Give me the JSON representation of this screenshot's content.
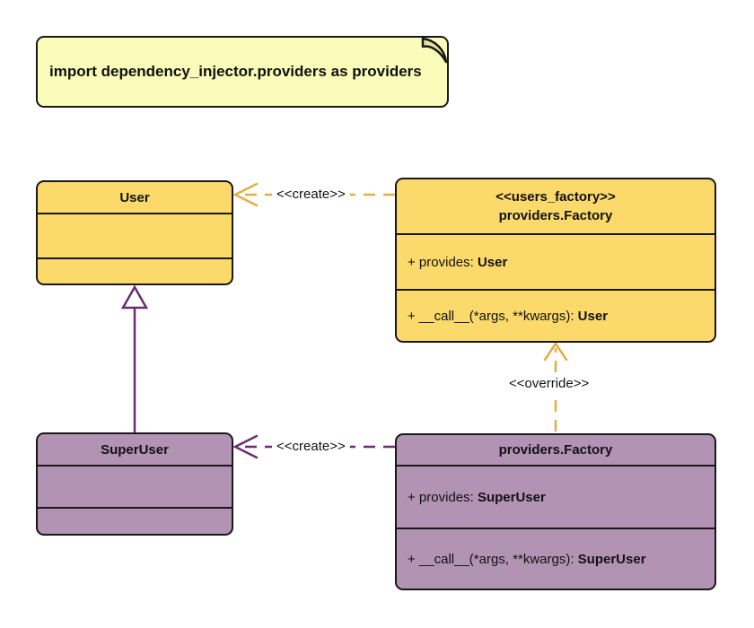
{
  "diagram": {
    "kind": "uml-class-diagram"
  },
  "note": {
    "text": "import dependency_injector.providers as providers"
  },
  "classes": {
    "user": {
      "title": "User"
    },
    "users_factory": {
      "stereotype": "<<users_factory>>",
      "title": "providers.Factory",
      "provides_label": "+ provides: ",
      "provides_type": "User",
      "call_label": "+ __call__(*args, **kwargs): ",
      "call_type": "User"
    },
    "super_user": {
      "title": "SuperUser"
    },
    "super_users_factory": {
      "title": "providers.Factory",
      "provides_label": "+ provides: ",
      "provides_type": "SuperUser",
      "call_label": "+ __call__(*args, **kwargs): ",
      "call_type": "SuperUser"
    }
  },
  "edges": {
    "create_user": {
      "label": "<<create>>",
      "style": "dashed",
      "color": "#E2AF43"
    },
    "create_super_user": {
      "label": "<<create>>",
      "style": "dashed",
      "color": "#6B2D71"
    },
    "override": {
      "label": "<<override>>",
      "style": "dashed",
      "color": "#E2AF43"
    },
    "inheritance": {
      "style": "solid",
      "color": "#6B2D71"
    }
  },
  "colors": {
    "yellow_fill": "#FBD96B",
    "purple_fill": "#B293B4",
    "note_fill": "#FBFBBA",
    "note_fold": "#E6E69C",
    "yellow_line": "#E2AF43",
    "purple_line": "#6B2D71",
    "border": "#181818",
    "text": "#111111",
    "background": "#FFFFFF"
  }
}
